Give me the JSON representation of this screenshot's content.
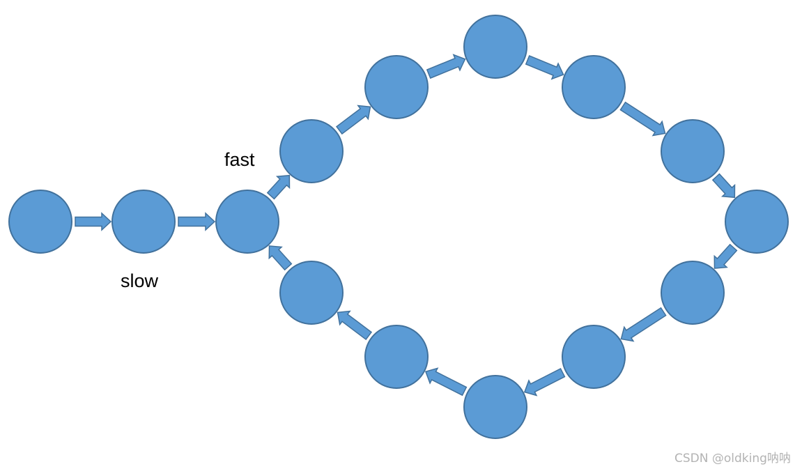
{
  "diagram": {
    "nodes": [
      {
        "id": "n1"
      },
      {
        "id": "n2"
      },
      {
        "id": "n3"
      },
      {
        "id": "n4"
      },
      {
        "id": "n5"
      },
      {
        "id": "n6"
      },
      {
        "id": "n7"
      },
      {
        "id": "n8"
      },
      {
        "id": "n9"
      },
      {
        "id": "n10"
      },
      {
        "id": "n11"
      },
      {
        "id": "n12"
      },
      {
        "id": "n13"
      },
      {
        "id": "n14"
      },
      {
        "id": "n15"
      }
    ],
    "edges": [
      [
        "n1",
        "n2"
      ],
      [
        "n2",
        "n3"
      ],
      [
        "n3",
        "n4"
      ],
      [
        "n4",
        "n5"
      ],
      [
        "n5",
        "n6"
      ],
      [
        "n6",
        "n7"
      ],
      [
        "n7",
        "n8"
      ],
      [
        "n8",
        "n9"
      ],
      [
        "n9",
        "n10"
      ],
      [
        "n10",
        "n11"
      ],
      [
        "n11",
        "n12"
      ],
      [
        "n12",
        "n13"
      ],
      [
        "n13",
        "n14"
      ],
      [
        "n14",
        "n15"
      ],
      [
        "n15",
        "n3"
      ]
    ],
    "labels": {
      "fast": "fast",
      "slow": "slow"
    },
    "colors": {
      "node_fill": "#5b9bd5",
      "node_stroke": "#41719c"
    }
  },
  "watermark": "CSDN @oldking呐呐"
}
